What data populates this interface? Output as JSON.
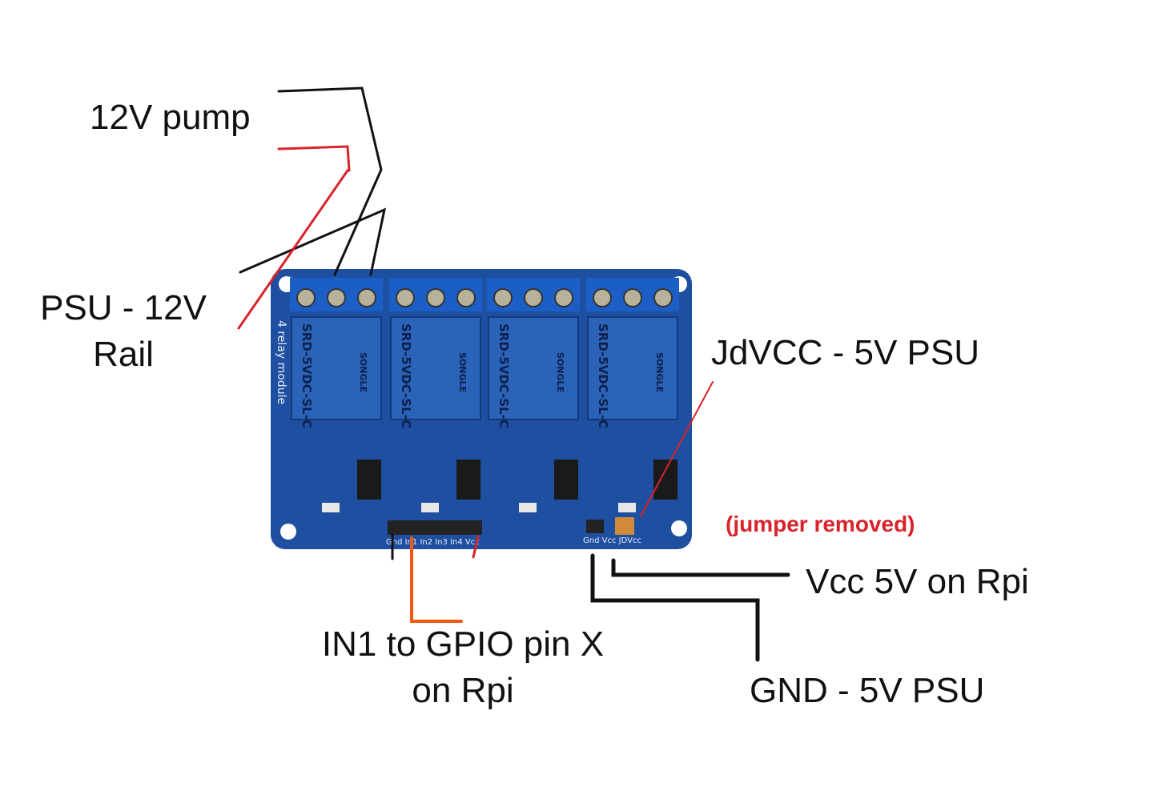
{
  "labels": {
    "pump": "12V pump",
    "psu_12v": [
      "PSU - 12V",
      "Rail"
    ],
    "jdvcc": "JdVCC - 5V PSU",
    "jumper_note": "(jumper removed)",
    "vcc_rpi": "Vcc 5V on Rpi",
    "in1": [
      "IN1 to GPIO pin X",
      "on Rpi"
    ],
    "gnd": "GND - 5V PSU"
  },
  "board": {
    "title": "4 relay module",
    "relays": [
      {
        "model": "SRD-5VDC-SL-C",
        "brand": "SONGLE"
      },
      {
        "model": "SRD-5VDC-SL-C",
        "brand": "SONGLE"
      },
      {
        "model": "SRD-5VDC-SL-C",
        "brand": "SONGLE"
      },
      {
        "model": "SRD-5VDC-SL-C",
        "brand": "SONGLE"
      }
    ],
    "input_header": [
      "Gnd",
      "In1",
      "In2",
      "In3",
      "In4",
      "Vcc"
    ],
    "power_header": [
      "Gnd",
      "Vcc",
      "JDVcc"
    ]
  },
  "colors": {
    "board": "#1e4fa0",
    "relay": "#2a63b8",
    "terminal": "#1b5fc6",
    "wire_black": "#111111",
    "wire_red": "#d8232a",
    "wire_orange": "#f05a12"
  }
}
